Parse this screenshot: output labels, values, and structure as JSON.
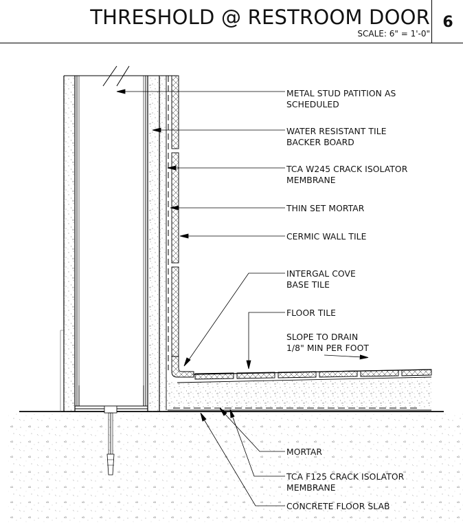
{
  "title": "THRESHOLD @ RESTROOM DOOR",
  "scale": "SCALE:  6\" = 1'-0\"",
  "detail_number": "6",
  "labels": [
    {
      "id": "stud",
      "text": "METAL STUD PATITION AS\nSCHEDULED"
    },
    {
      "id": "backer",
      "text": "WATER RESISTANT TILE\nBACKER BOARD"
    },
    {
      "id": "w245",
      "text": "TCA W245 CRACK ISOLATOR\nMEMBRANE"
    },
    {
      "id": "thinset",
      "text": "THIN SET MORTAR"
    },
    {
      "id": "walltile",
      "text": "CERMIC WALL TILE"
    },
    {
      "id": "cove",
      "text": "INTERGAL COVE\nBASE TILE"
    },
    {
      "id": "floortile",
      "text": "FLOOR TILE"
    },
    {
      "id": "slope",
      "text": "SLOPE TO DRAIN\n1/8\" MIN PER FOOT"
    },
    {
      "id": "mortar",
      "text": "MORTAR"
    },
    {
      "id": "f125",
      "text": "TCA F125 CRACK ISOLATOR\nMEMBRANE"
    },
    {
      "id": "slab",
      "text": "CONCRETE FLOOR SLAB"
    }
  ]
}
